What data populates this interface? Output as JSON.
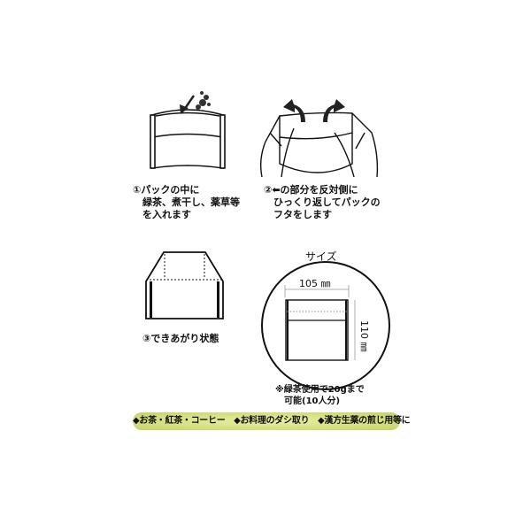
{
  "steps": [
    {
      "text": "①パックの中に\n　緑茶、煮干し、薬草等\n　を入れます"
    },
    {
      "text": "②⬅の部分を反対側に\n　ひっくり返してパックの\n　フタをします"
    },
    {
      "text": "③できあがり状態"
    }
  ],
  "size": {
    "title": "サイズ",
    "width_label": "105 ㎜",
    "height_label": "110 ㎜",
    "note": "※緑茶使用で20gまで\n　可能(10人分)"
  },
  "banner": {
    "text": "◆お茶・紅茶・コーヒー　◆お料理のダシ取り　◆漢方生薬の煎じ用等に"
  },
  "colors": {
    "banner": "#d2dc7a",
    "arrow": "#222222",
    "line": "#111111"
  }
}
